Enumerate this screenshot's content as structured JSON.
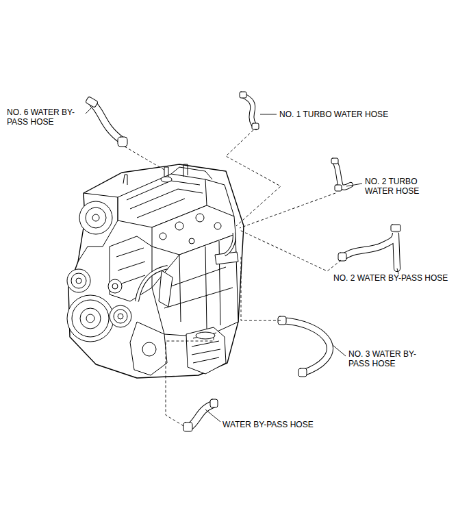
{
  "diagram": {
    "labels": [
      "NO. 6 WATER BY- PASS HOSE",
      "NO. 1 TURBO WATER HOSE",
      "NO. 2 TURBO WATER HOSE",
      "NO. 2 WATER BY-PASS HOSE",
      "NO. 3 WATER BY- PASS HOSE",
      "WATER BY-PASS HOSE"
    ]
  }
}
